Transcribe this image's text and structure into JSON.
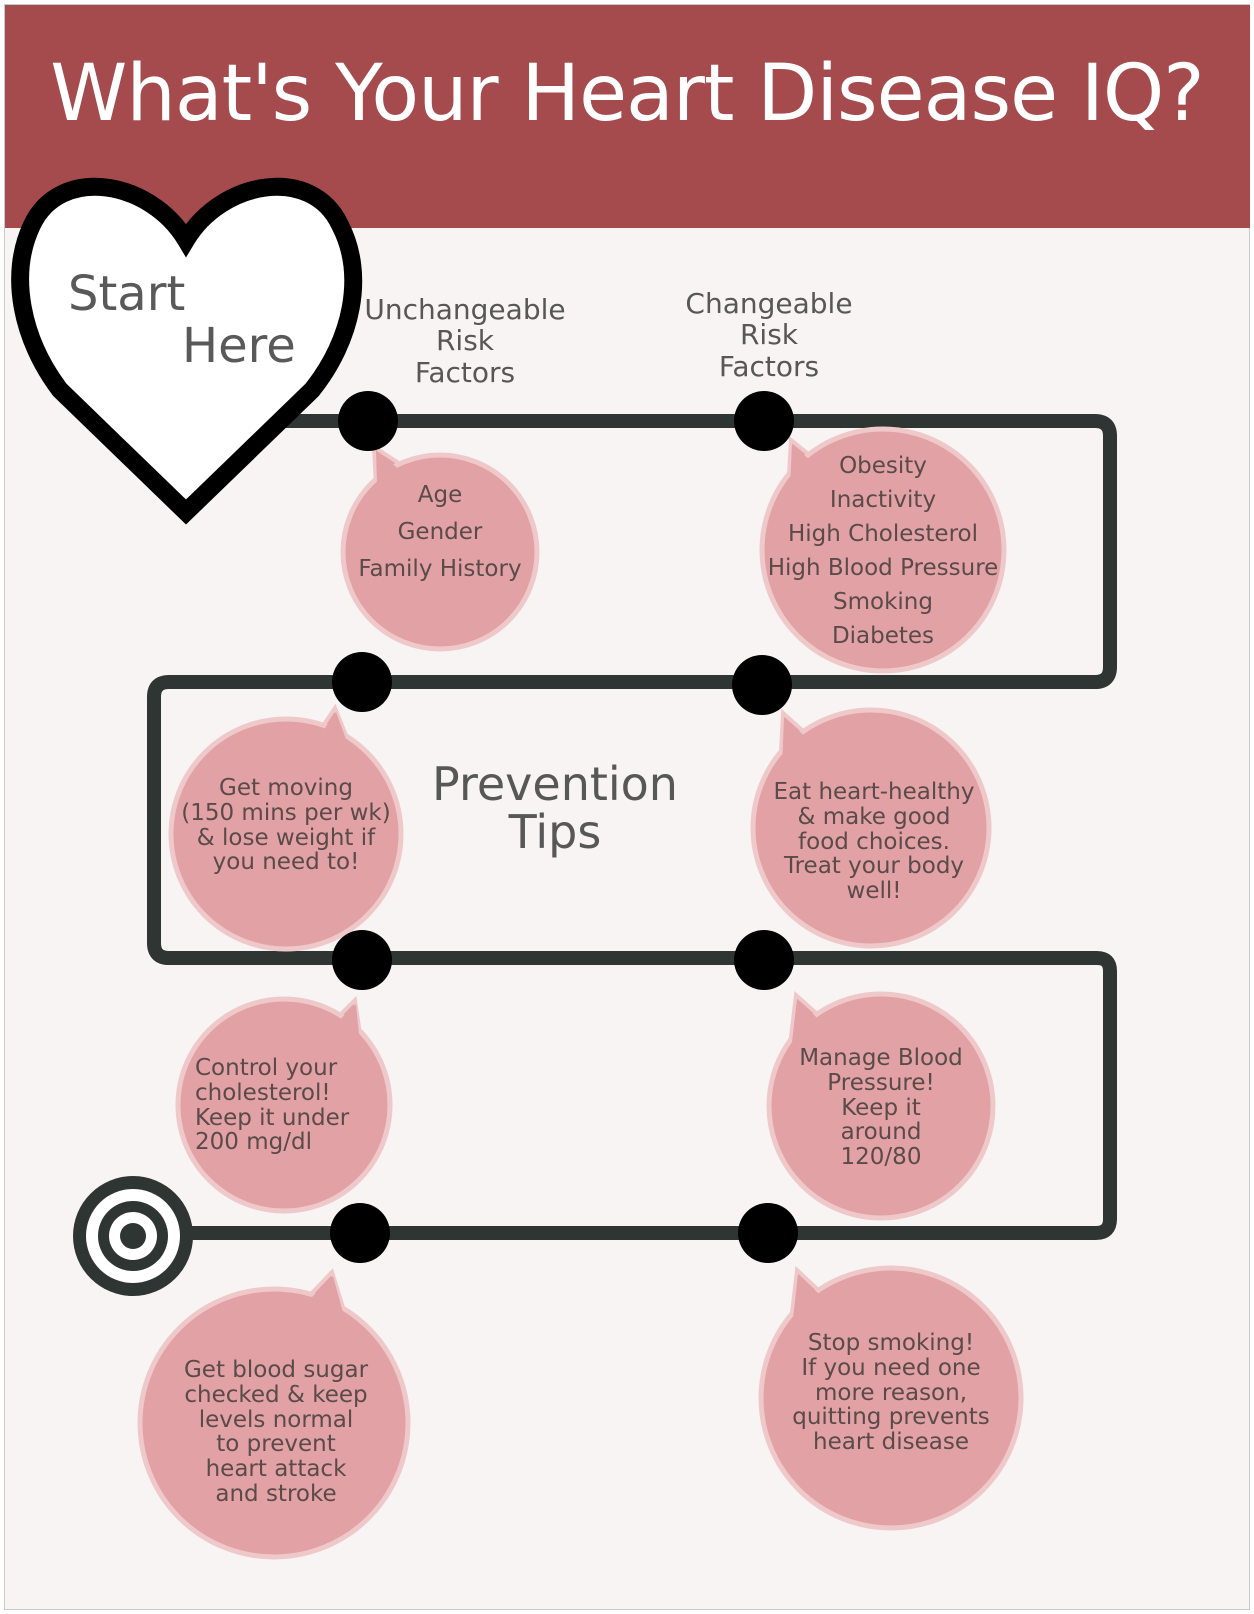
{
  "title": "What's Your Heart Disease IQ?",
  "start": {
    "line1": "Start",
    "line2": "Here"
  },
  "headers": {
    "unchangeable": "Unchangeable\nRisk\nFactors",
    "changeable": "Changeable\nRisk\nFactors",
    "prevention": "Prevention\nTips"
  },
  "unchangeable_factors": [
    "Age",
    "Gender",
    "Family History"
  ],
  "changeable_factors": [
    "Obesity",
    "Inactivity",
    "High Cholesterol",
    "High Blood Pressure",
    "Smoking",
    "Diabetes"
  ],
  "tips": {
    "get_moving": "Get moving\n(150 mins per wk)\n& lose weight if\nyou need to!",
    "eat_healthy": "Eat heart-healthy\n& make good\nfood choices.\nTreat your body\nwell!",
    "cholesterol": "Control your\ncholesterol!\nKeep it under\n200 mg/dl",
    "blood_pressure": "Manage Blood\nPressure!\nKeep it\naround\n120/80",
    "blood_sugar": "Get blood sugar\nchecked & keep\nlevels normal\nto prevent\nheart attack\nand stroke",
    "smoking": "Stop smoking!\nIf you need one\nmore reason,\nquitting prevents\nheart disease"
  },
  "colors": {
    "banner": "#a54b4e",
    "bubble_fill": "#e2a2a5",
    "bubble_border": "#efc9ca",
    "path": "#2f3532",
    "node": "#000000",
    "background": "#f8f4f4"
  },
  "icons": {
    "start": "heart-outline-icon",
    "finish": "target-icon"
  }
}
